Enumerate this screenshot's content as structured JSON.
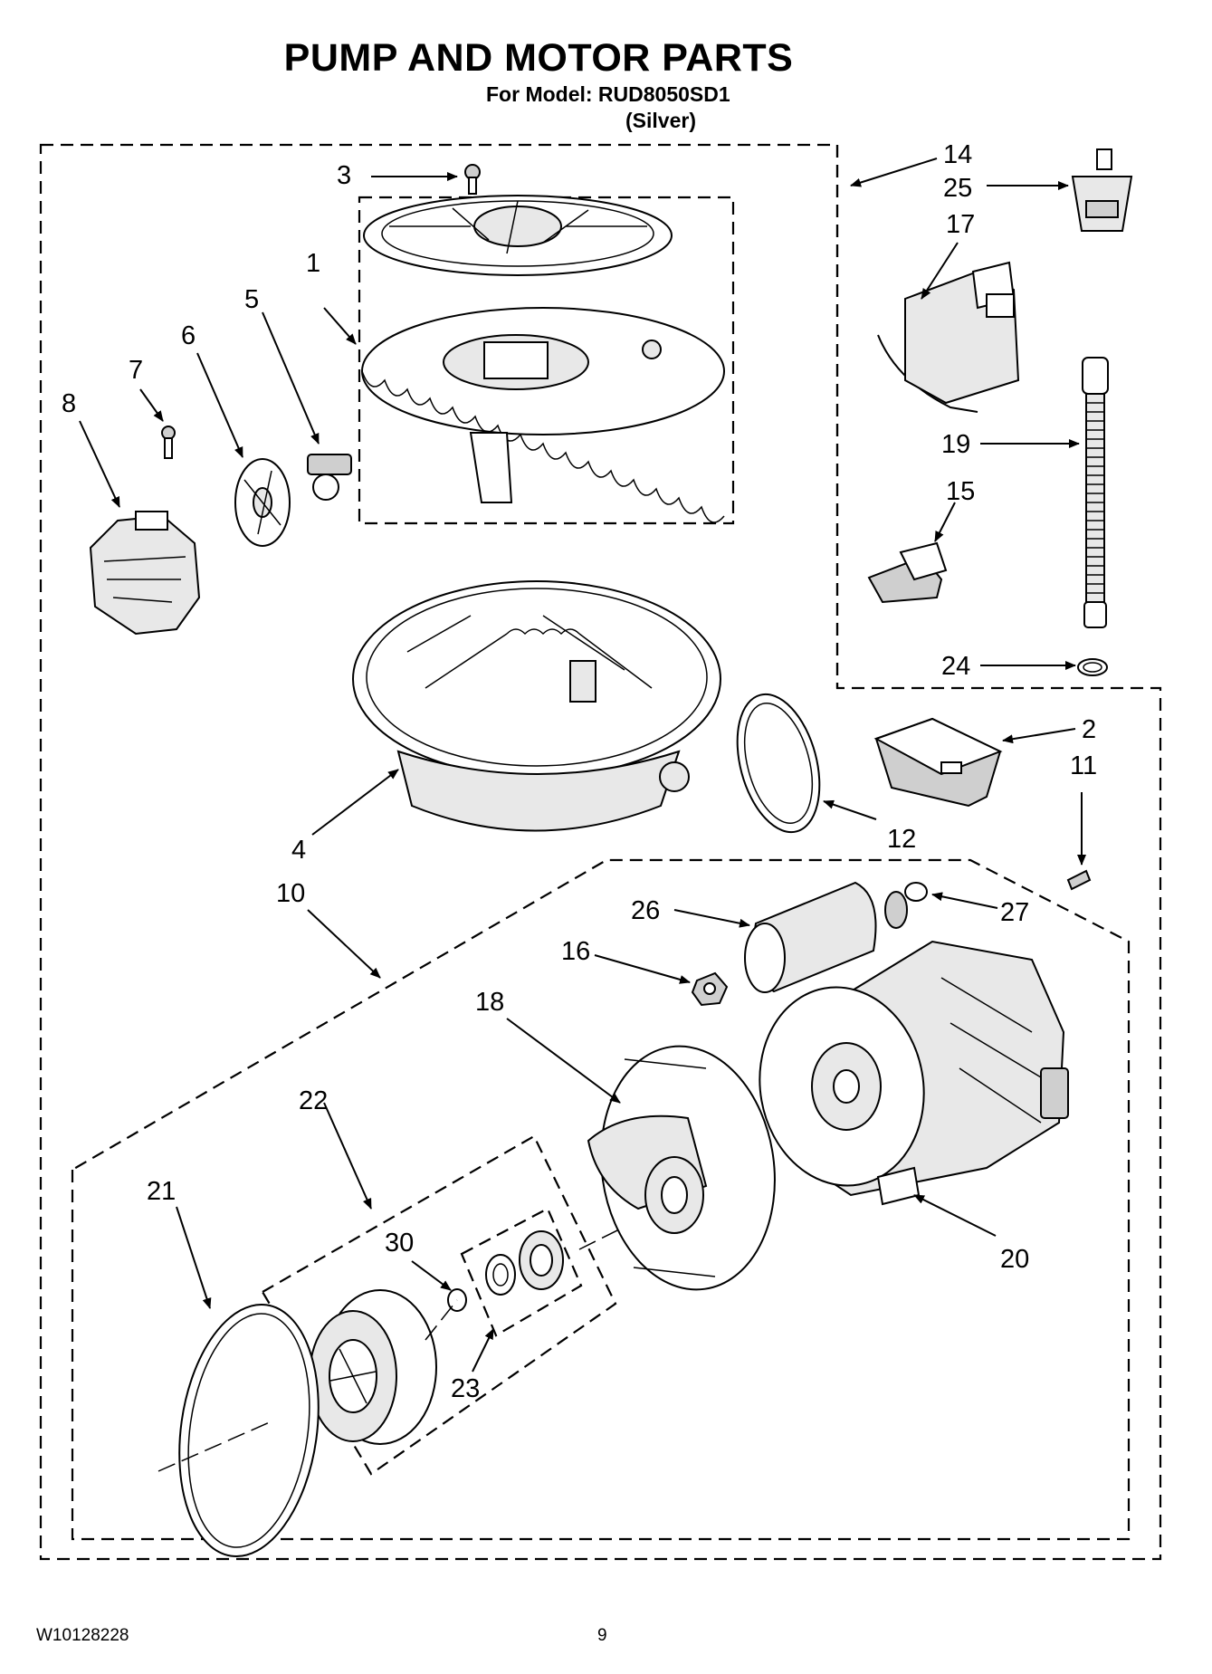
{
  "header": {
    "title": "PUMP AND MOTOR PARTS",
    "model_line": "For Model: RUD8050SD1",
    "variant": "(Silver)"
  },
  "footer": {
    "doc_number": "W10128228",
    "page_number": "9"
  },
  "callouts": {
    "c1": "1",
    "c2": "2",
    "c3": "3",
    "c4": "4",
    "c5": "5",
    "c6": "6",
    "c7": "7",
    "c8": "8",
    "c10": "10",
    "c11": "11",
    "c12": "12",
    "c14": "14",
    "c15": "15",
    "c16": "16",
    "c17": "17",
    "c18": "18",
    "c19": "19",
    "c20": "20",
    "c21": "21",
    "c22": "22",
    "c23": "23",
    "c24": "24",
    "c25": "25",
    "c26": "26",
    "c27": "27",
    "c30": "30"
  }
}
